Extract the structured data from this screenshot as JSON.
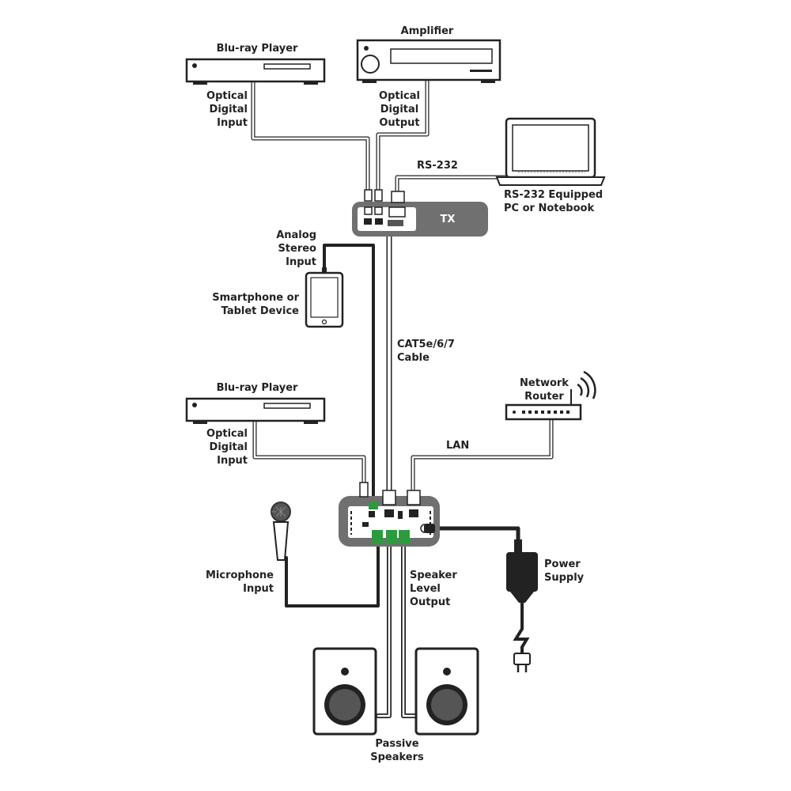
{
  "labels": {
    "bluray_top": "Blu-ray Player",
    "amplifier": "Amplifier",
    "optical_input_top": "Optical\nDigital\nInput",
    "optical_output": "Optical\nDigital\nOutput",
    "rs232": "RS-232",
    "pc": "RS-232 Equipped\nPC or Notebook",
    "tx": "TX",
    "analog_stereo": "Analog\nStereo\nInput",
    "smartphone": "Smartphone or\nTablet Device",
    "cat_cable": "CAT5e/6/7\nCable",
    "bluray_bottom": "Blu-ray Player",
    "network_router": "Network\nRouter",
    "optical_input_bottom": "Optical\nDigital\nInput",
    "lan": "LAN",
    "microphone": "Microphone\nInput",
    "speaker_level": "Speaker\nLevel\nOutput",
    "power_supply": "Power\nSupply",
    "passive_speakers": "Passive\nSpeakers"
  },
  "colors": {
    "stroke": "#222222",
    "device_gray": "#707070",
    "connector_green": "#2e9a3e",
    "panel_white": "#ffffff"
  }
}
